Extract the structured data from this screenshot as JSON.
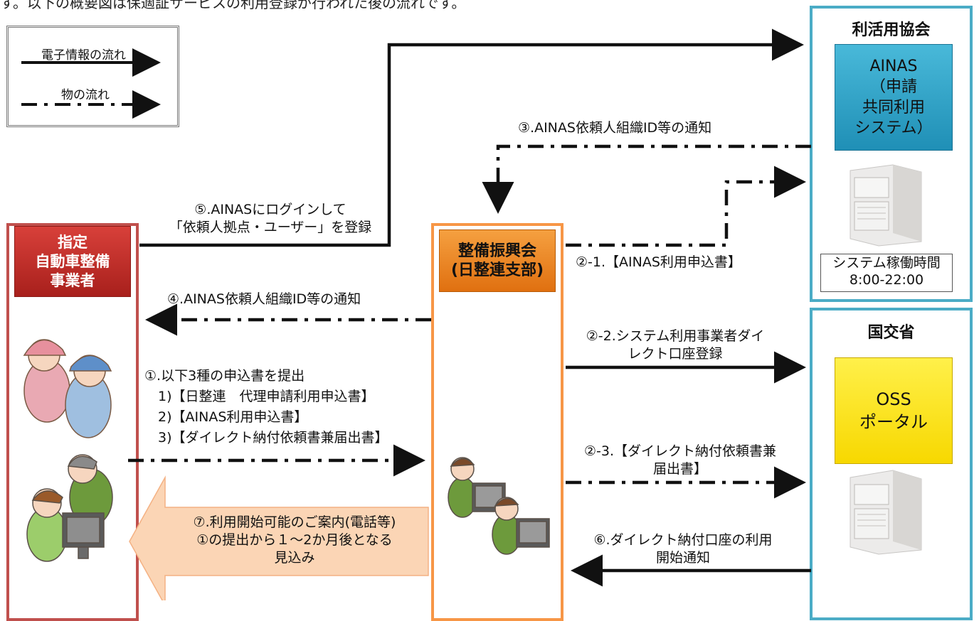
{
  "intro_text": "す。以下の概要図は保適証サービスの利用登録が行われた後の流れです。",
  "legend": {
    "electronic_label": "電子情報の流れ",
    "physical_label": "物の流れ"
  },
  "organizations": {
    "association": {
      "title": "利活用協会",
      "system_box": "AINAS\n（申請\n共同利用\nシステム）",
      "hours_label": "システム稼働時間",
      "hours_value": "8:00-22:00"
    },
    "ministry": {
      "title": "国交省",
      "system_box": "OSS\nポータル"
    },
    "dealer": {
      "title_box": "指定\n自動車整備\n事業者"
    },
    "promotion": {
      "title_box": "整備振興会\n(日整連支部)"
    }
  },
  "flows": {
    "step1_title": "①.以下3種の申込書を提出",
    "step1_item1": "1)【日整連　代理申請利用申込書】",
    "step1_item2": "2)【AINAS利用申込書】",
    "step1_item3": "3)【ダイレクト納付依頼書兼届出書】",
    "step2_1": "②-1.【AINAS利用申込書】",
    "step2_2_line1": "②-2.システム利用事業者ダイ",
    "step2_2_line2": "レクト口座登録",
    "step2_3_line1": "②-3.【ダイレクト納付依頼書兼",
    "step2_3_line2": "届出書】",
    "step3": "③.AINAS依頼人組織ID等の通知",
    "step4": "④.AINAS依頼人組織ID等の通知",
    "step5_line1": "⑤.AINASにログインして",
    "step5_line2": "「依頼人拠点・ユーザー」を登録",
    "step6_line1": "⑥.ダイレクト納付口座の利用",
    "step6_line2": "開始通知",
    "step7_line1": "⑦.利用開始可能のご案内(電話等)",
    "step7_line2": "①の提出から１～2か月後となる",
    "step7_line3": "見込み"
  },
  "colors": {
    "dealer_border": "#c0504d",
    "dealer_box": "#c0302c",
    "promotion_border": "#f79646",
    "promotion_box": "#e36c09",
    "association_border": "#4bacc6",
    "ainas_box": "#2fa4c9",
    "oss_box": "#ffe500",
    "step7_arrow": "#fbd5b5"
  }
}
